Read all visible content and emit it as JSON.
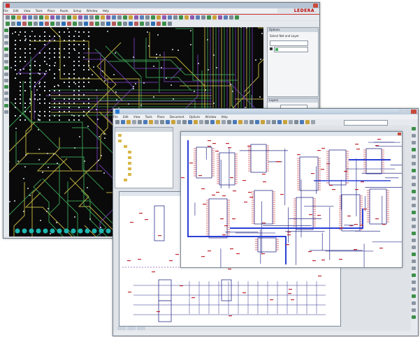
{
  "pcb_window": {
    "title": "",
    "brand": "LEDERA",
    "menu": [
      "File",
      "Edit",
      "View",
      "Tools",
      "Place",
      "Route",
      "Setup",
      "Window",
      "Help"
    ],
    "panel_title": "Options",
    "panel_label": "Select Net and Layer",
    "panel_field": "",
    "panel2_title": "Layers",
    "colors": {
      "board": "#0a0a0a",
      "trace_yellow": "#d7c94a",
      "trace_green": "#3fae5b",
      "trace_purple": "#7a3fc1",
      "pad": "#cfd8e0",
      "via_row": "#1fb5b0"
    }
  },
  "schematic_window": {
    "title": "",
    "menu": [
      "File",
      "Edit",
      "View",
      "Tools",
      "Place",
      "Document",
      "Options",
      "Window",
      "Help"
    ],
    "tree_title": "",
    "tree_items": [
      "",
      "",
      "",
      "",
      "",
      "",
      "",
      "",
      ""
    ],
    "statusbar_right": "",
    "colors": {
      "wire": "#2a2f8a",
      "bus": "#2a3fd6",
      "label_red": "#c0262e",
      "chip_border": "#2a2f8a"
    }
  }
}
